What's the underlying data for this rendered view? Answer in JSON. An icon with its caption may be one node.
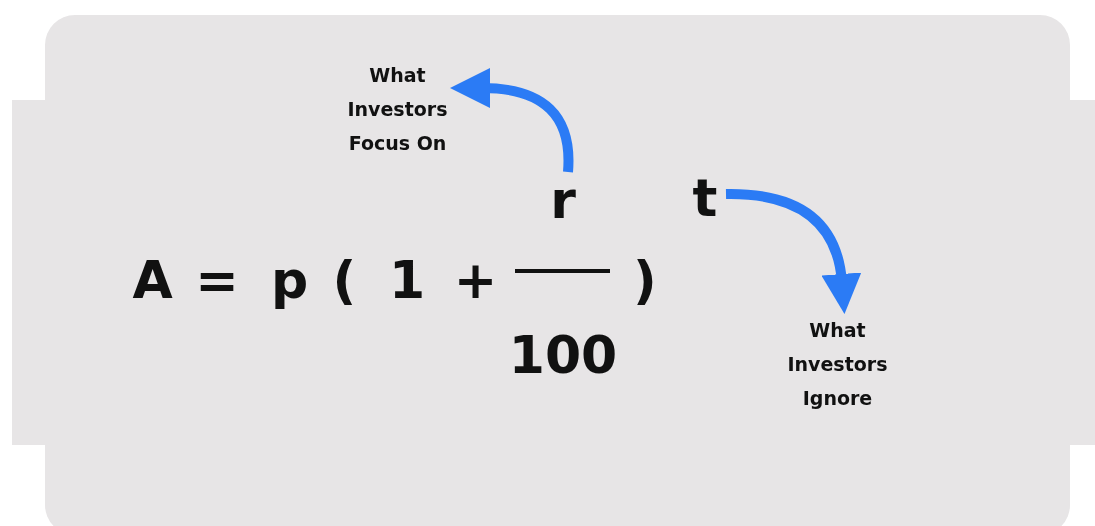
{
  "diagram": {
    "nodes": [
      {
        "text": [
          "What Investors Focus On"
        ]
      },
      {
        "text": [
          "r"
        ]
      },
      {
        "text": [
          "t"
        ]
      },
      {
        "text": [
          "What Investors Ignore"
        ]
      }
    ],
    "edges": [
      {
        "from": 1,
        "to": 0,
        "arrow": "to"
      },
      {
        "from": 2,
        "to": 3,
        "arrow": "to"
      }
    ],
    "labels": [
      "A",
      "=",
      "p",
      "(",
      "1",
      "+",
      ")",
      "100"
    ]
  }
}
